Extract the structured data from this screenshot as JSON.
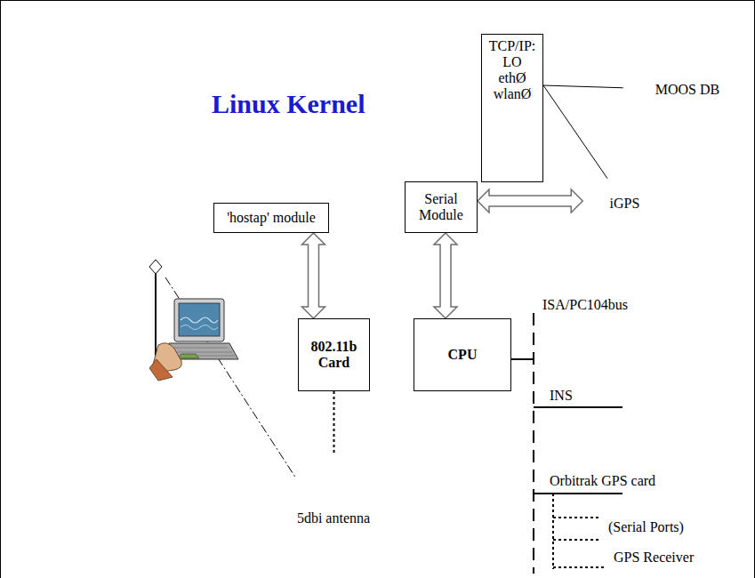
{
  "diagram": {
    "nodes": [
      {
        "text": [
          "Linux Kernel"
        ]
      },
      {
        "text": [
          "TCP/IP: LO ethØ wlanØ"
        ],
        "in": 0
      },
      {
        "text": [
          "'hostap' module"
        ],
        "in": 0
      },
      {
        "text": [
          "Serial Module"
        ],
        "in": 0
      },
      {
        "text": [
          "MOOS DB"
        ]
      },
      {
        "text": [
          "iGPS"
        ]
      },
      {
        "text": [
          "802.11b Card"
        ]
      },
      {
        "text": [
          "CPU"
        ]
      },
      {
        "text": [
          "5dbi antenna"
        ]
      }
    ],
    "edges": [
      {
        "from": 1,
        "to": 4,
        "arrow": "none"
      },
      {
        "from": 1,
        "to": 5,
        "arrow": "none"
      },
      {
        "from": 3,
        "to": 5,
        "arrow": "both"
      },
      {
        "from": 2,
        "to": 6,
        "arrow": "both"
      },
      {
        "from": 3,
        "to": 7,
        "arrow": "both"
      },
      {
        "from": 6,
        "to": 8,
        "arrow": "none"
      }
    ],
    "labels": [
      "ISA/PC104bus",
      "INS",
      "Orbitrak GPS card",
      "(Serial Ports)",
      "GPS Receiver"
    ]
  }
}
